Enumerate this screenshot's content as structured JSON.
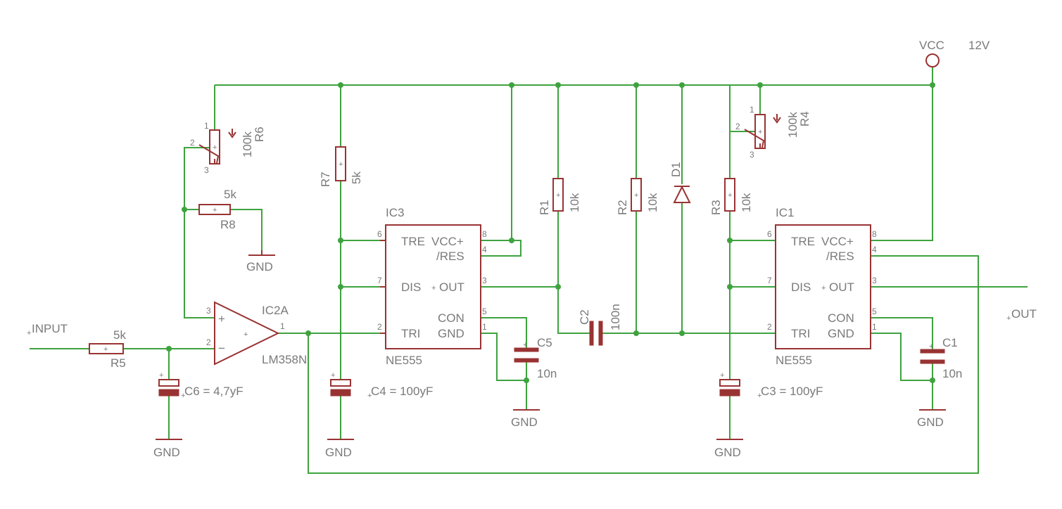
{
  "labels": {
    "vcc": "VCC",
    "vcc_value": "12V",
    "input": "INPUT",
    "output": "OUT",
    "gnd": "GND"
  },
  "components": {
    "r5": {
      "name": "R5",
      "value": "5k"
    },
    "r6": {
      "name": "R6",
      "value": "100k"
    },
    "r7": {
      "name": "R7",
      "value": "5k"
    },
    "r8": {
      "name": "R8",
      "value": "5k"
    },
    "r1": {
      "name": "R1",
      "value": "10k"
    },
    "r2": {
      "name": "R2",
      "value": "10k"
    },
    "r3": {
      "name": "R3",
      "value": "10k"
    },
    "r4": {
      "name": "R4",
      "value": "100k"
    },
    "c1": {
      "name": "C1",
      "value": "10n"
    },
    "c2": {
      "name": "C2",
      "value": "100n"
    },
    "c3": {
      "label": "C3 = 100yF"
    },
    "c4": {
      "label": "C4 = 100yF"
    },
    "c5": {
      "name": "C5",
      "value": "10n"
    },
    "c6": {
      "label": "C6 = 4,7yF"
    },
    "d1": {
      "name": "D1"
    },
    "ic2a": {
      "name": "IC2A",
      "value": "LM358N"
    },
    "ic3": {
      "name": "IC3",
      "value": "NE555"
    },
    "ic1": {
      "name": "IC1",
      "value": "NE555"
    }
  },
  "ne555_pins": {
    "tre": "TRE",
    "vcc": "VCC+",
    "res": "/RES",
    "dis": "DIS",
    "out": "OUT",
    "con": "CON",
    "tri": "TRI",
    "gnd": "GND",
    "n6": "6",
    "n8": "8",
    "n4": "4",
    "n7": "7",
    "n3": "3",
    "n5": "5",
    "n2": "2",
    "n1": "1"
  },
  "opamp_pins": {
    "n3": "3",
    "n2": "2",
    "n1": "1",
    "plus": "+",
    "minus": "−"
  },
  "pot_pins": {
    "p1": "1",
    "p2": "2",
    "p3": "3"
  },
  "colors": {
    "wire": "#3ea33e",
    "symbol": "#993333",
    "label": "#7a7a7a"
  }
}
